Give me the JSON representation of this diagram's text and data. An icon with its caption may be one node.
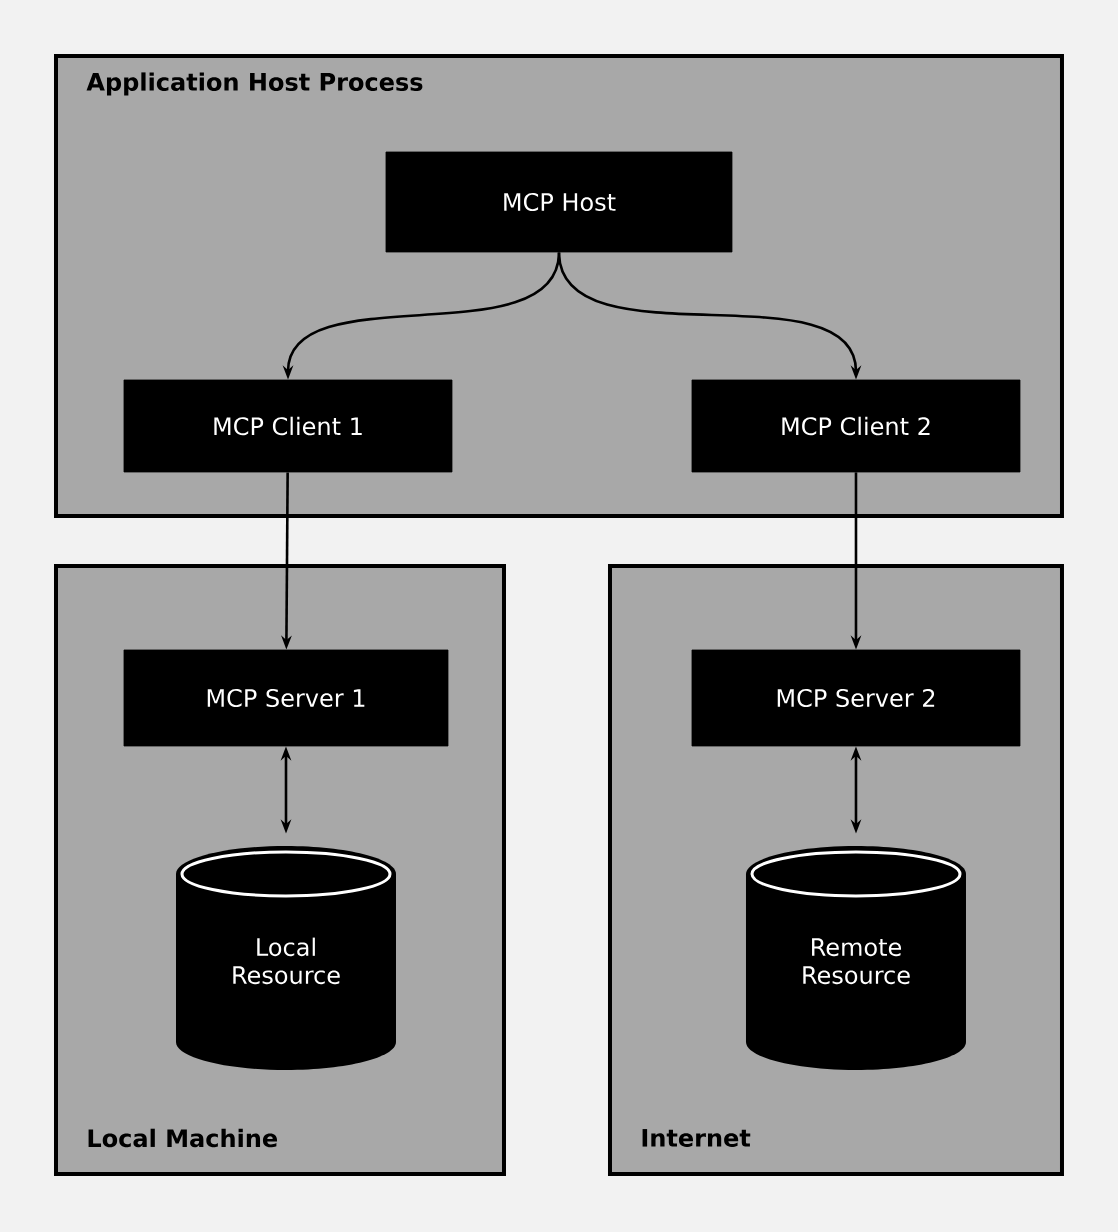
{
  "diagram": {
    "nodes": [
      {
        "text": [
          "Application Host Process"
        ]
      },
      {
        "text": [
          "MCP Host"
        ],
        "in": 0
      },
      {
        "text": [
          "MCP Client 1"
        ],
        "in": 0
      },
      {
        "text": [
          "MCP Client 2"
        ],
        "in": 0
      },
      {
        "text": [
          "Local Machine"
        ]
      },
      {
        "text": [
          "Internet"
        ]
      },
      {
        "text": [
          "MCP Server 1"
        ],
        "in": 4
      },
      {
        "text": [
          "MCP Server 2"
        ],
        "in": 5
      },
      {
        "text": [
          "Local Resource"
        ],
        "in": 4
      },
      {
        "text": [
          "Remote Resource"
        ],
        "in": 5
      }
    ],
    "edges": [
      {
        "from": 1,
        "to": 2,
        "arrow": "to"
      },
      {
        "from": 1,
        "to": 3,
        "arrow": "to"
      },
      {
        "from": 2,
        "to": 6,
        "arrow": "to"
      },
      {
        "from": 3,
        "to": 7,
        "arrow": "to"
      },
      {
        "from": 6,
        "to": 8,
        "arrow": "both"
      },
      {
        "from": 7,
        "to": 9,
        "arrow": "both"
      }
    ]
  }
}
